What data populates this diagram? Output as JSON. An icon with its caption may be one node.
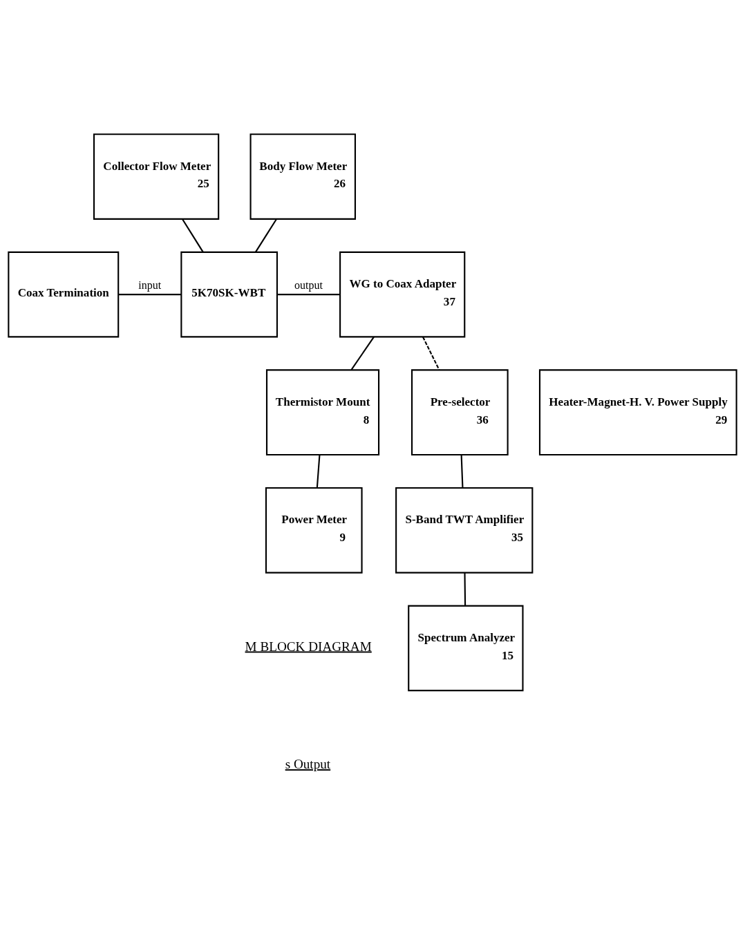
{
  "diagram": {
    "nodes": [
      {
        "text": [
          "Collector Flow Meter",
          "25"
        ]
      },
      {
        "text": [
          "Body Flow Meter",
          "26"
        ]
      },
      {
        "text": [
          "Coax Termination"
        ]
      },
      {
        "text": [
          "5K70SK-WBT"
        ]
      },
      {
        "text": [
          "WG to Coax Adapter",
          "37"
        ]
      },
      {
        "text": [
          "Heater-Magnet-H. V. Power Supply",
          "29"
        ]
      },
      {
        "text": [
          "Thermistor Mount",
          "8"
        ]
      },
      {
        "text": [
          "Pre-selector",
          "36"
        ]
      },
      {
        "text": [
          "Power Meter",
          "9"
        ]
      },
      {
        "text": [
          "S-Band TWT Amplifier",
          "35"
        ]
      },
      {
        "text": [
          "Spectrum Analyzer",
          "15"
        ]
      }
    ],
    "edges": [
      {
        "from": 0,
        "to": 3,
        "arrow": "none"
      },
      {
        "from": 1,
        "to": 3,
        "arrow": "none"
      },
      {
        "from": 2,
        "to": 3,
        "arrow": "none",
        "label": "input"
      },
      {
        "from": 3,
        "to": 4,
        "arrow": "none",
        "label": "output"
      },
      {
        "from": 4,
        "to": 6,
        "arrow": "none"
      },
      {
        "from": 4,
        "to": 7,
        "arrow": "none",
        "style": "dashed"
      },
      {
        "from": 6,
        "to": 8,
        "arrow": "none"
      },
      {
        "from": 7,
        "to": 9,
        "arrow": "none"
      },
      {
        "from": 9,
        "to": 10,
        "arrow": "none"
      }
    ],
    "labels": [
      "M BLOCK DIAGRAM",
      "s Output"
    ]
  }
}
